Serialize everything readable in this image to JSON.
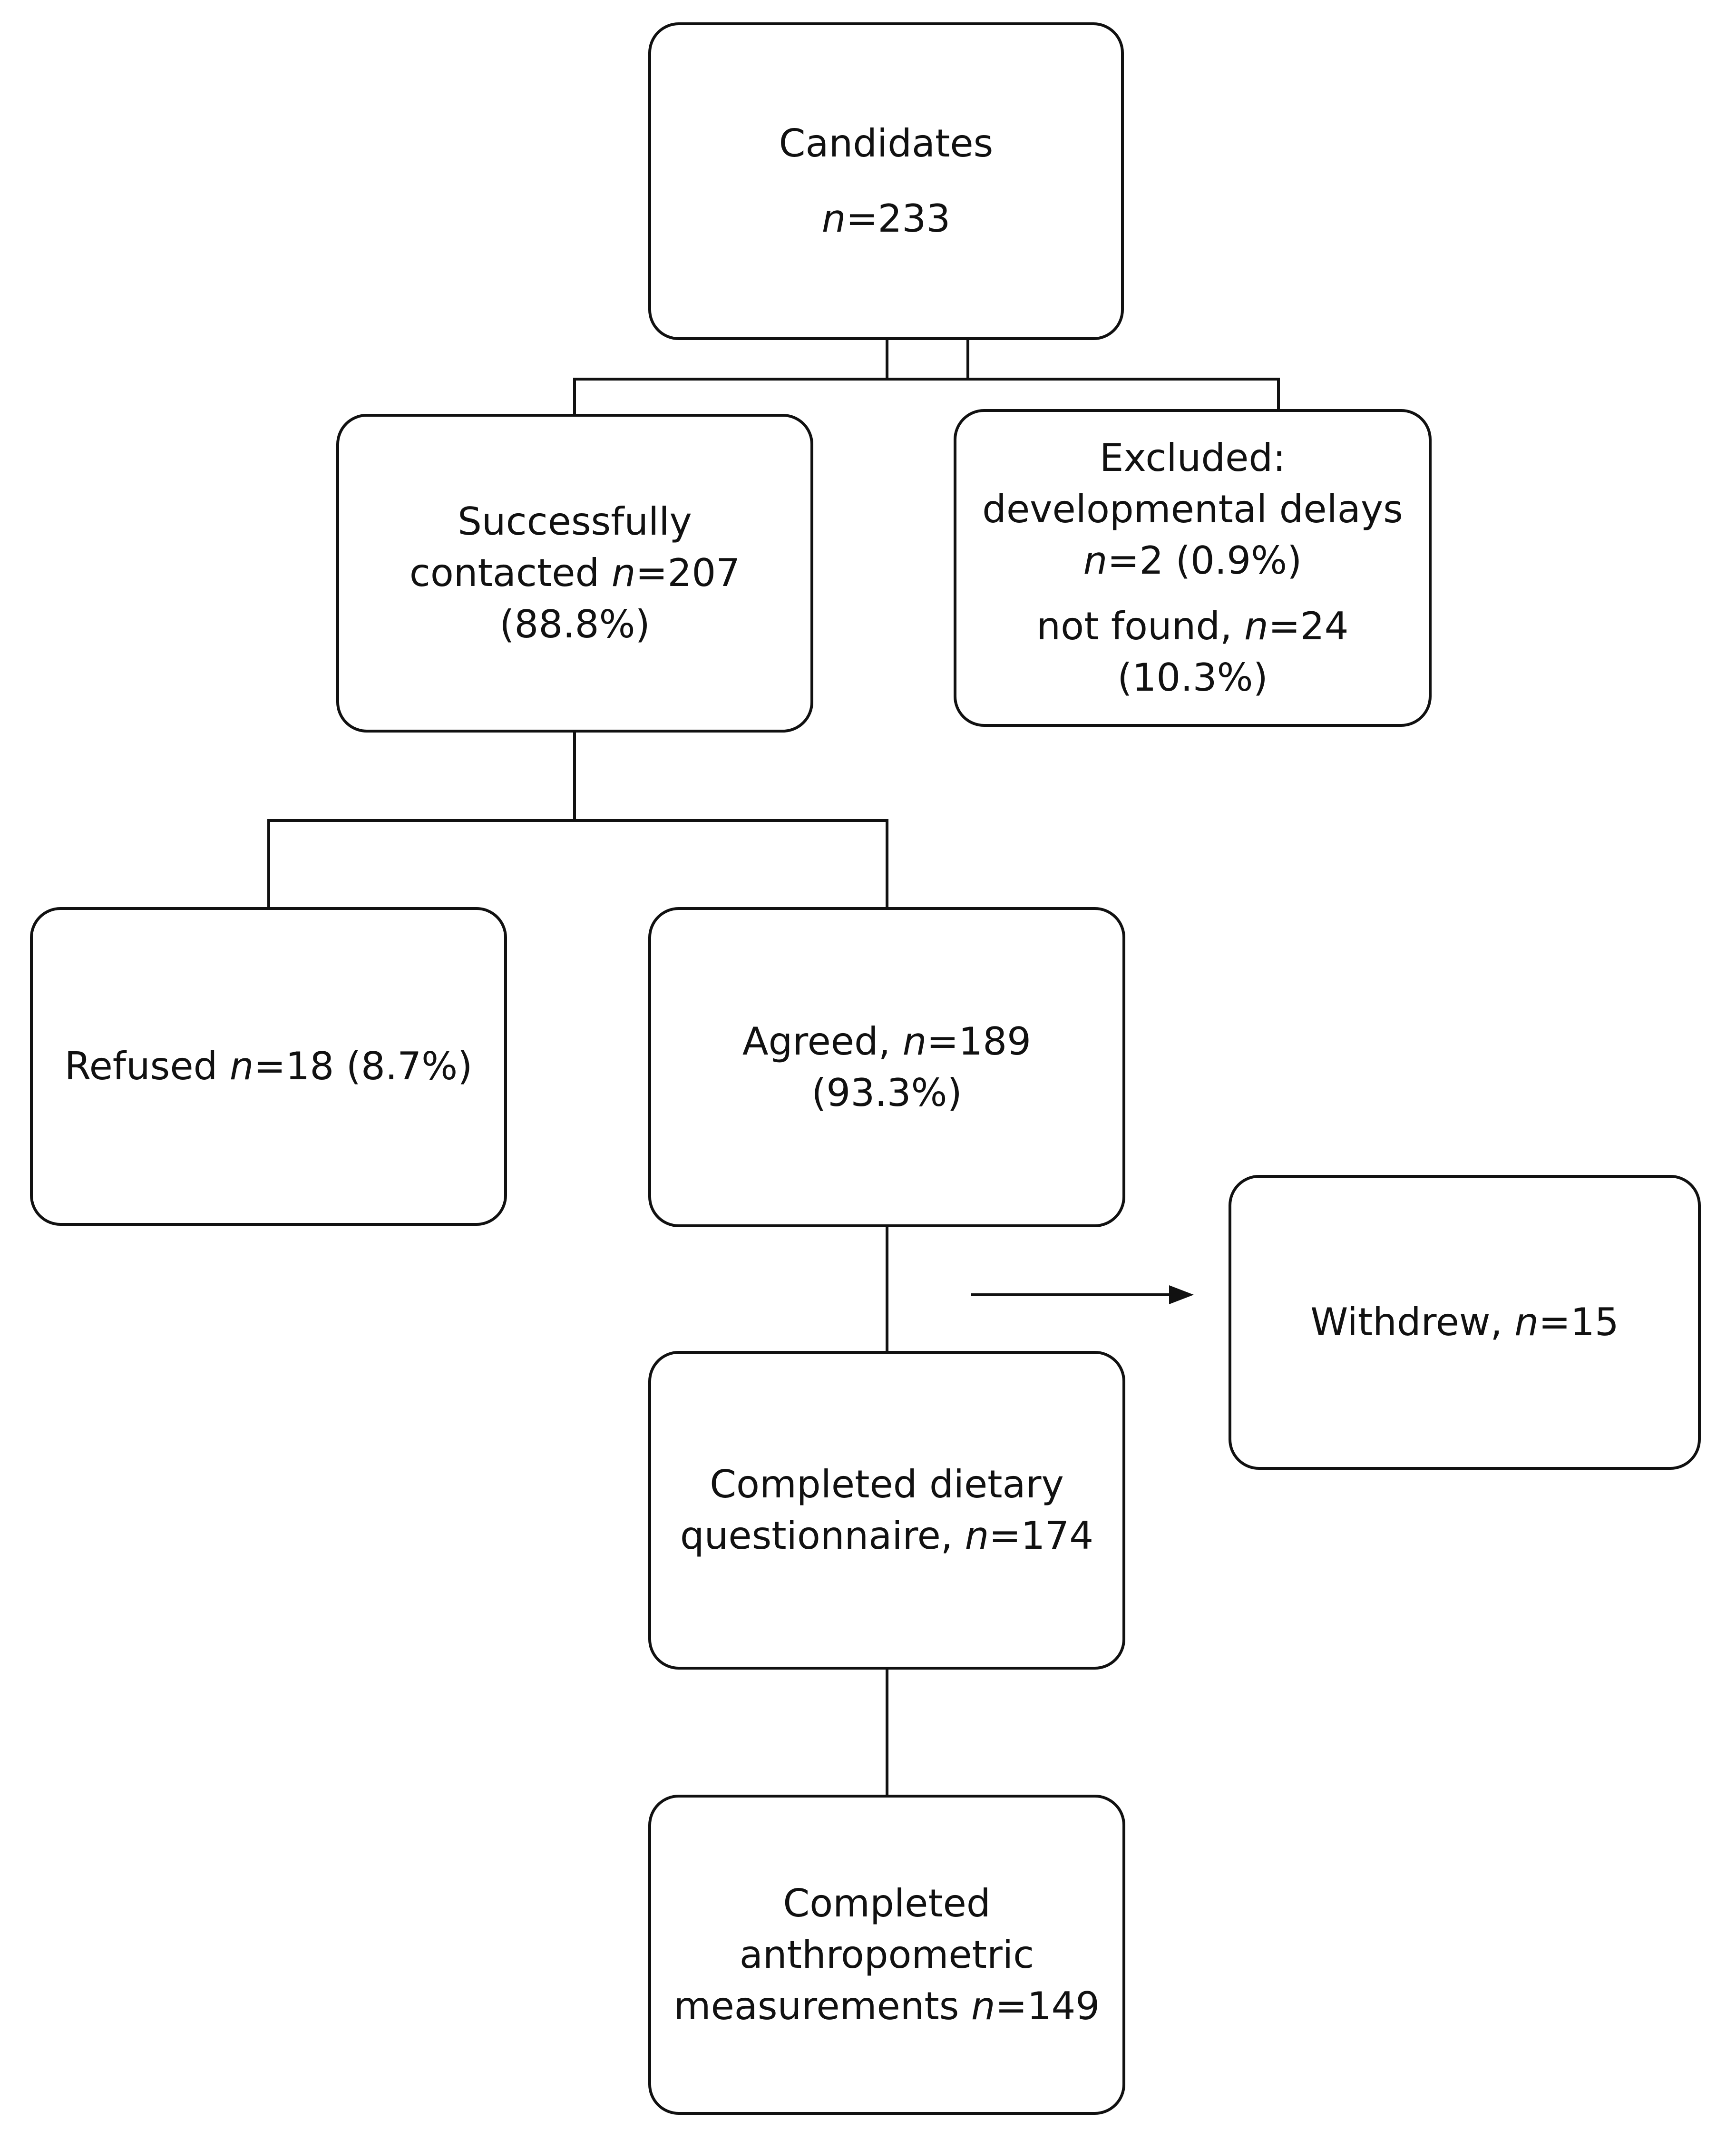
{
  "boxes": {
    "candidates": {
      "title": "Candidates",
      "n_label": "n",
      "n_value": "=233"
    },
    "contacted": {
      "line1": "Successfully",
      "line2_pre": "contacted ",
      "n_label": "n",
      "n_value": "=207",
      "pct": "(88.8%)"
    },
    "excluded": {
      "title": "Excluded:",
      "reason1": "developmental delays",
      "reason1_n_label": "n",
      "reason1_n_value": "=2 (0.9%)",
      "reason2_pre": "not found, ",
      "reason2_n_label": "n",
      "reason2_n_value": "=24",
      "reason2_pct": "(10.3%)"
    },
    "refused": {
      "pre": "Refused ",
      "n_label": "n",
      "n_value": "=18 (8.7%)"
    },
    "agreed": {
      "pre": "Agreed, ",
      "n_label": "n",
      "n_value": "=189",
      "pct": "(93.3%)"
    },
    "withdrew": {
      "pre": "Withdrew, ",
      "n_label": "n",
      "n_value": "=15"
    },
    "dietary": {
      "line1": "Completed dietary",
      "line2_pre": "questionnaire, ",
      "n_label": "n",
      "n_value": "=174"
    },
    "anthropometric": {
      "line1": "Completed",
      "line2": "anthropometric",
      "line3_pre": "measurements ",
      "n_label": "n",
      "n_value": "=149"
    }
  },
  "colors": {
    "stroke": "#111111",
    "background": "#ffffff"
  }
}
